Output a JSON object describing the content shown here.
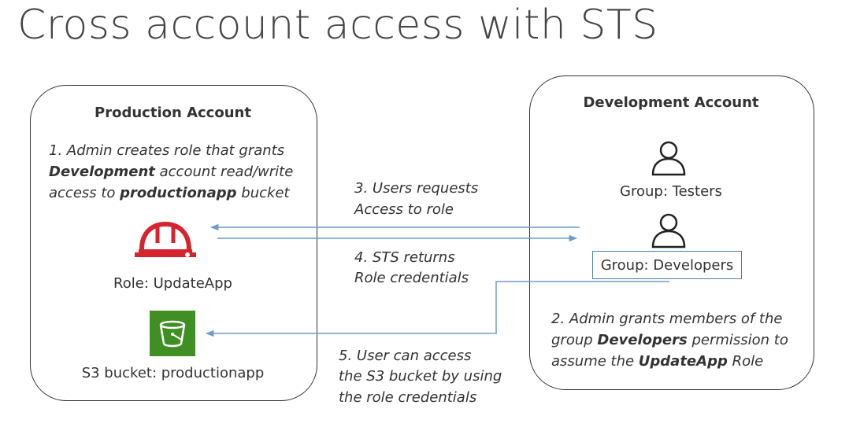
{
  "title": "Cross account access with STS",
  "production": {
    "heading": "Production Account",
    "step1": {
      "line1": "1. Admin creates role that grants",
      "line2_bold": "Development",
      "line2_rest": " account read/write",
      "line3_pre": "access to ",
      "line3_bold": "productionapp",
      "line3_post": " bucket"
    },
    "role_label": "Role: UpdateApp",
    "bucket_label": "S3 bucket: productionapp"
  },
  "development": {
    "heading": "Development Account",
    "group_testers": "Group: Testers",
    "group_developers": "Group: Developers",
    "step2": {
      "line1": "2. Admin grants members of the",
      "line2_pre": "group ",
      "line2_bold": "Developers",
      "line2_post": " permission to",
      "line3_pre": "assume the ",
      "line3_bold": "UpdateApp",
      "line3_post": " Role"
    }
  },
  "arrows": {
    "step3": {
      "line1": "3. Users requests",
      "line2": "Access to role"
    },
    "step4": {
      "line1": "4. STS returns",
      "line2": "Role credentials"
    },
    "step5": {
      "line1": "5. User can access",
      "line2": "the S3 bucket by using",
      "line3": "the role credentials"
    }
  },
  "colors": {
    "arrow": "#6f9cc8",
    "helmet": "#d6242f",
    "bucket": "#3f8f24",
    "developers_border": "#4a7fb0"
  },
  "icons": {
    "role": "hard-hat-icon",
    "bucket": "s3-bucket-icon",
    "user": "user-icon"
  }
}
